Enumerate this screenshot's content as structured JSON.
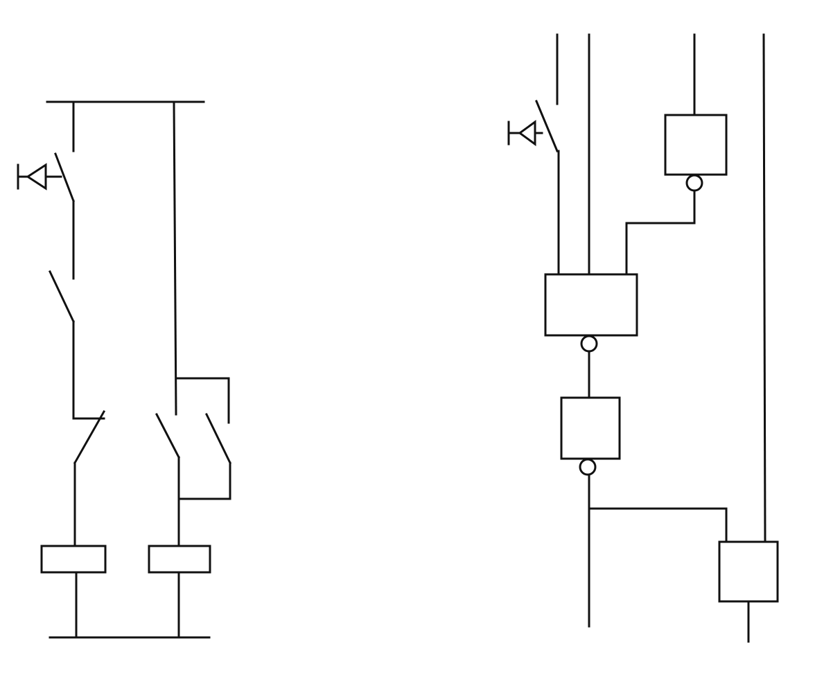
{
  "diagram": {
    "background_color": "#ffffff",
    "line_color": "#111111",
    "panels": [
      {
        "name": "relay-contact-circuit",
        "elements": [
          "top-bus",
          "push-button-switch",
          "interlock-contact",
          "changeover-contact",
          "contact-pair",
          "coil-left",
          "coil-right",
          "bottom-bus"
        ]
      },
      {
        "name": "logic-gate-circuit",
        "elements": [
          "push-button-switch",
          "gate-top-right",
          "gate-middle-wide",
          "gate-middle-small",
          "gate-bottom-right"
        ]
      }
    ]
  }
}
